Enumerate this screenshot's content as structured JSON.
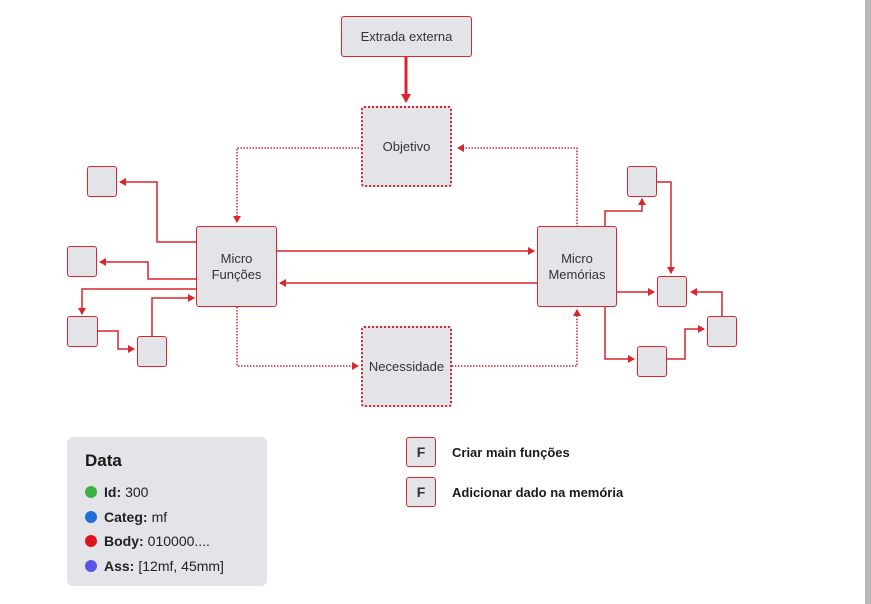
{
  "nodes": {
    "extrada_externa": "Extrada externa",
    "objetivo": "Objetivo",
    "micro_funcoes": "Micro\nFunções",
    "micro_memorias": "Micro\nMemórias",
    "necessidade": "Necessidade"
  },
  "data_panel": {
    "title": "Data",
    "rows": [
      {
        "key": "Id:",
        "value": "300",
        "color": "#3cb043"
      },
      {
        "key": "Categ:",
        "value": "mf",
        "color": "#1f6fd6"
      },
      {
        "key": "Body:",
        "value": "010000....",
        "color": "#e0141e"
      },
      {
        "key": "Ass:",
        "value": "[12mf, 45mm]",
        "color": "#5a55e6"
      }
    ]
  },
  "legend": [
    {
      "letter": "F",
      "text": "Criar main funções"
    },
    {
      "letter": "F",
      "text": "Adicionar dado na memória"
    }
  ],
  "colors": {
    "accent": "#d7262e",
    "node_fill": "#e3e4e8"
  }
}
